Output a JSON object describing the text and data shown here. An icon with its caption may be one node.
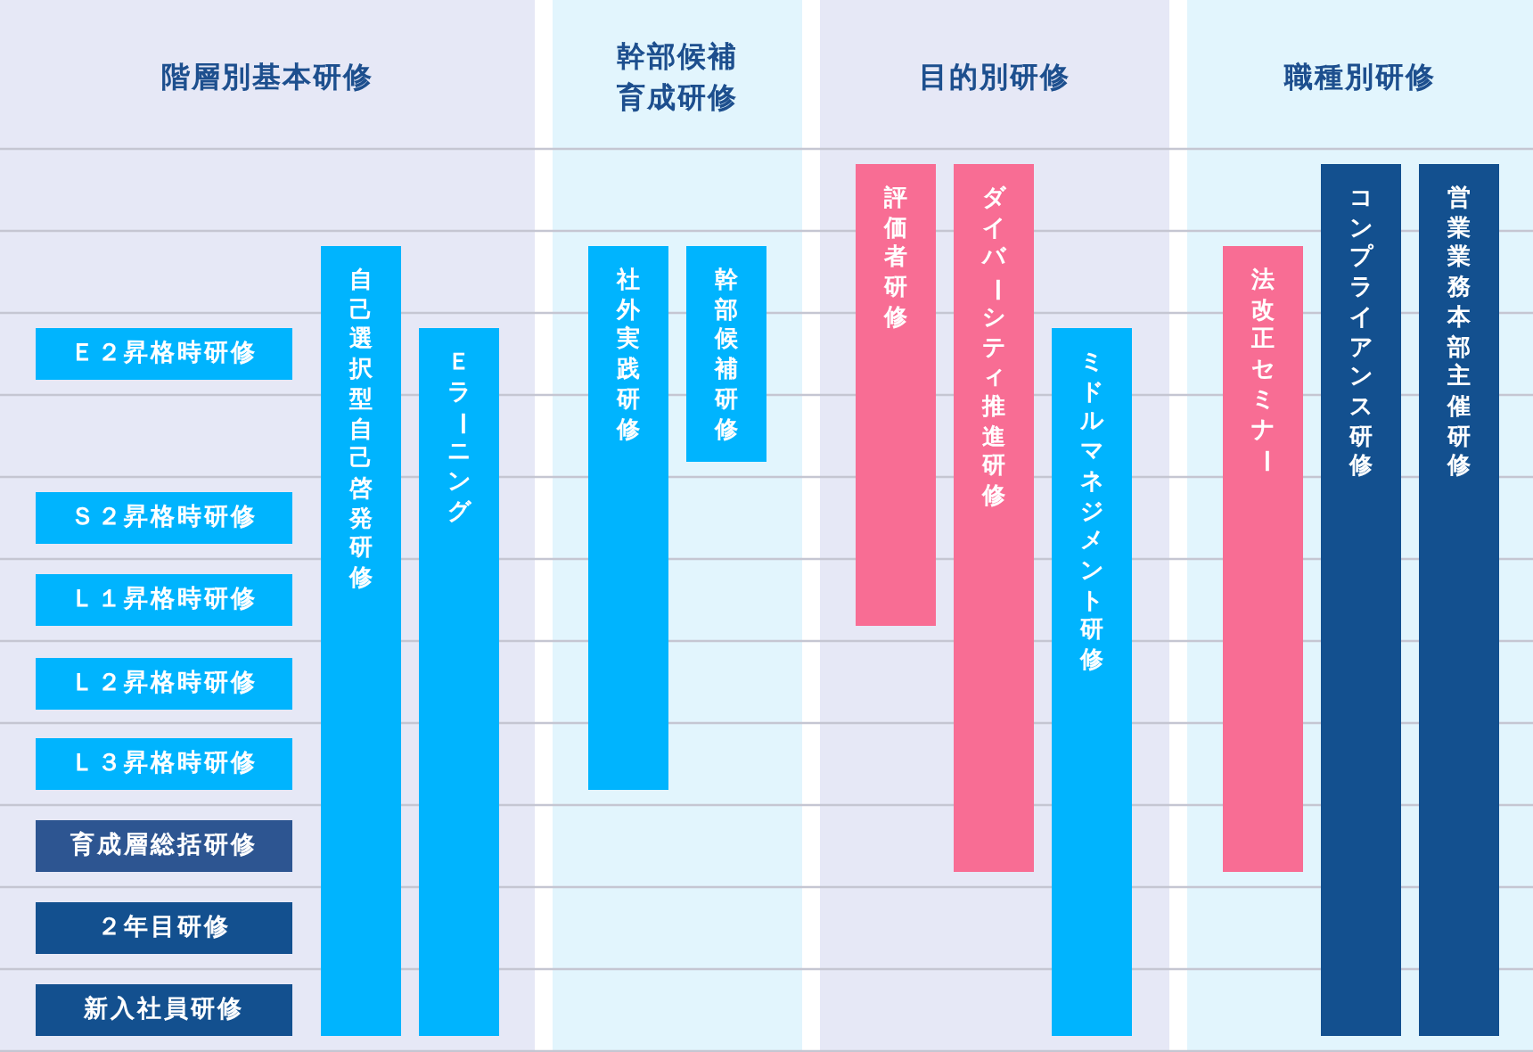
{
  "diagram": {
    "nodes": [
      {
        "text": [
          "階層別基本研修"
        ]
      },
      {
        "text": [
          "Ｅ２昇格時研修"
        ],
        "in": 0
      },
      {
        "text": [
          "Ｓ２昇格時研修"
        ],
        "in": 0
      },
      {
        "text": [
          "Ｌ１昇格時研修"
        ],
        "in": 0
      },
      {
        "text": [
          "Ｌ２昇格時研修"
        ],
        "in": 0
      },
      {
        "text": [
          "Ｌ３昇格時研修"
        ],
        "in": 0
      },
      {
        "text": [
          "育成層総括研修"
        ],
        "in": 0
      },
      {
        "text": [
          "２年目研修"
        ],
        "in": 0
      },
      {
        "text": [
          "新入社員研修"
        ],
        "in": 0
      },
      {
        "text": [
          "自己選択型自己啓発研修"
        ],
        "in": 0
      },
      {
        "text": [
          "Ｅラーニング"
        ],
        "in": 0
      },
      {
        "text": [
          "幹部候補育成研修"
        ]
      },
      {
        "text": [
          "社外実践研修"
        ],
        "in": 11
      },
      {
        "text": [
          "幹部候補研修"
        ],
        "in": 11
      },
      {
        "text": [
          "目的別研修"
        ]
      },
      {
        "text": [
          "評価者研修"
        ],
        "in": 14
      },
      {
        "text": [
          "ダイバーシティ推進研修"
        ],
        "in": 14
      },
      {
        "text": [
          "ミドルマネジメント研修"
        ],
        "in": 14
      },
      {
        "text": [
          "職種別研修"
        ]
      },
      {
        "text": [
          "法改正セミナー"
        ],
        "in": 18
      },
      {
        "text": [
          "コンプライアンス研修"
        ],
        "in": 18
      },
      {
        "text": [
          "営業業務本部主催研修"
        ],
        "in": 18
      }
    ]
  }
}
